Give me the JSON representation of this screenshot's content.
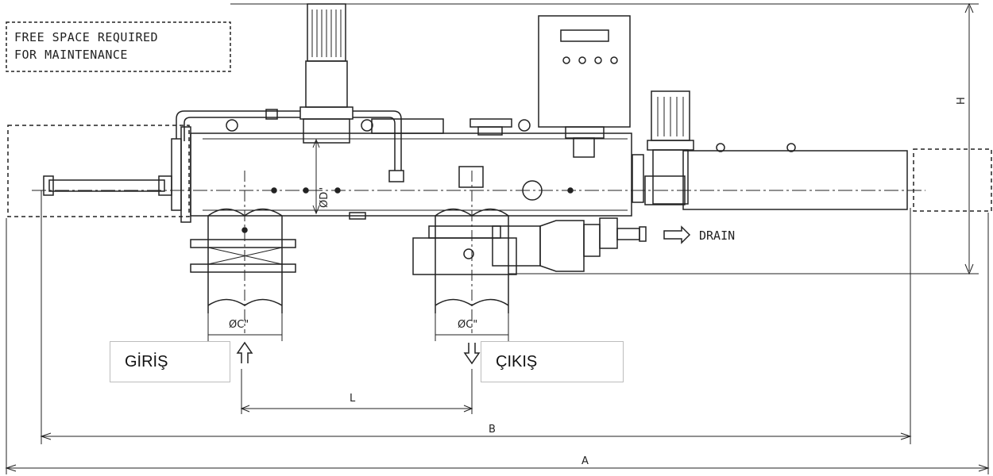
{
  "note": {
    "line1": "FREE SPACE REQUIRED",
    "line2": "FOR MAINTENANCE"
  },
  "labels": {
    "drain": "DRAIN",
    "inlet_text": "GİRİŞ",
    "outlet_text": "ÇIKIŞ",
    "dia_inlet": "ØC\"",
    "dia_outlet": "ØC\"",
    "dia_body": "ØD\"",
    "dim_L": "L",
    "dim_B": "B",
    "dim_A": "A",
    "dim_H": "H"
  },
  "colors": {
    "line": "#222222",
    "background": "#ffffff"
  }
}
